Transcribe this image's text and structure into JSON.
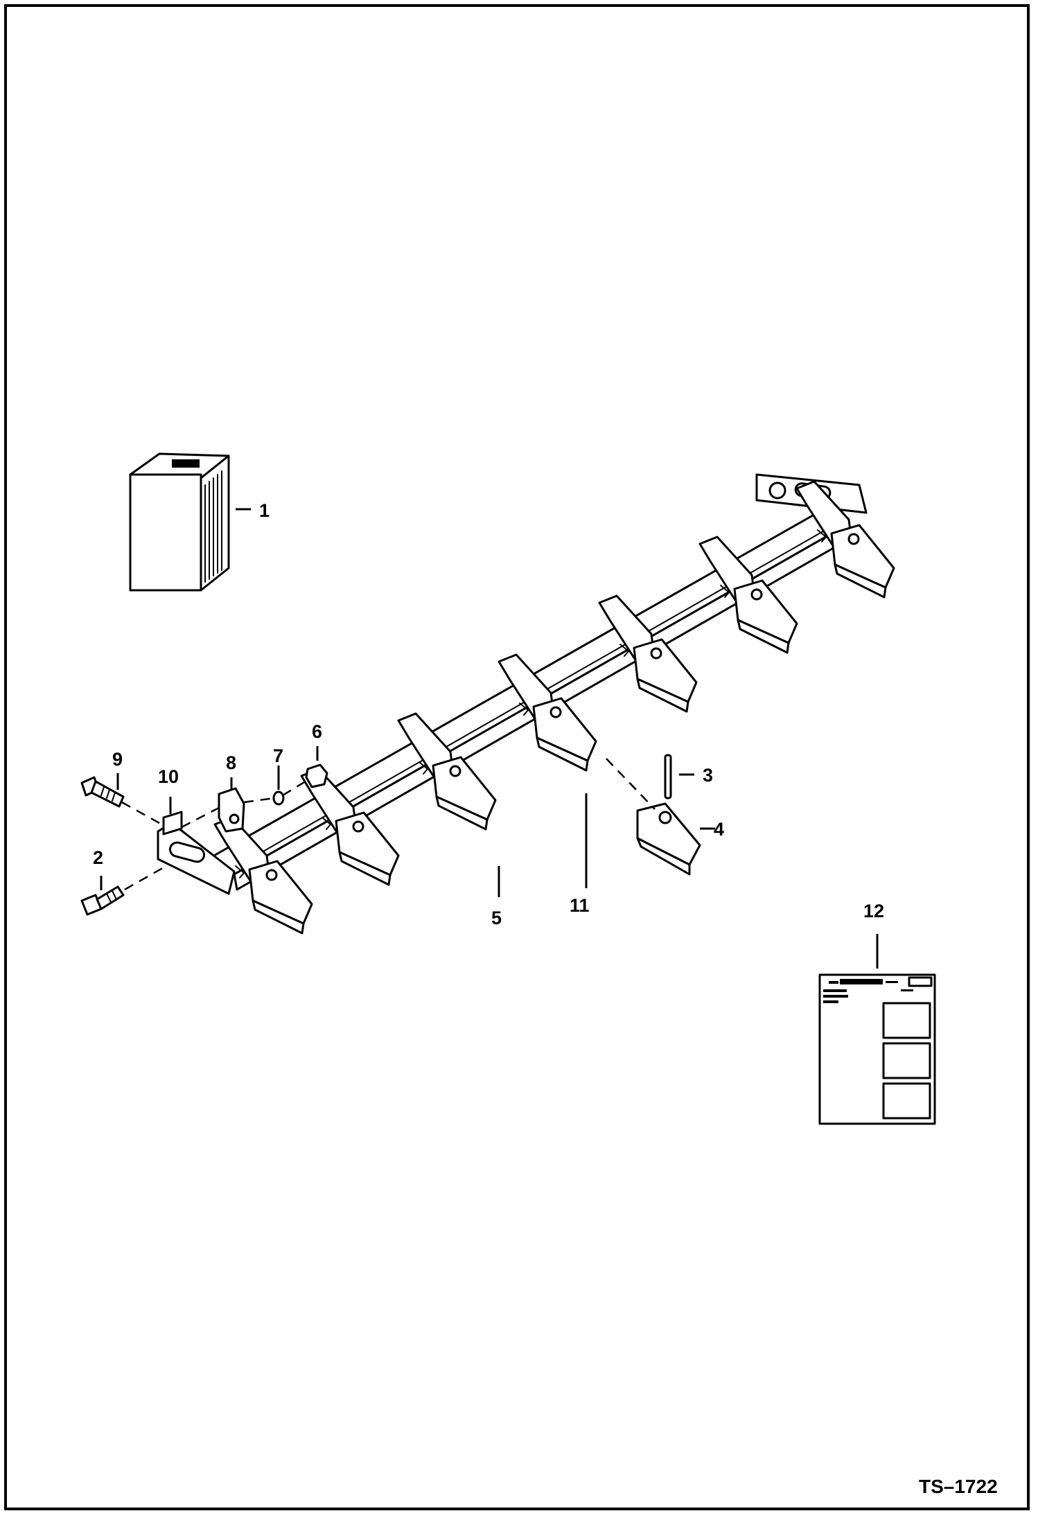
{
  "callouts": {
    "c1": "1",
    "c2": "2",
    "c3": "3",
    "c4": "4",
    "c5": "5",
    "c6": "6",
    "c7": "7",
    "c8": "8",
    "c9": "9",
    "c10": "10",
    "c11": "11",
    "c12": "12"
  },
  "document_number": "TS–1722",
  "instruction_sheet_heading": "INSTRUCTIONS"
}
